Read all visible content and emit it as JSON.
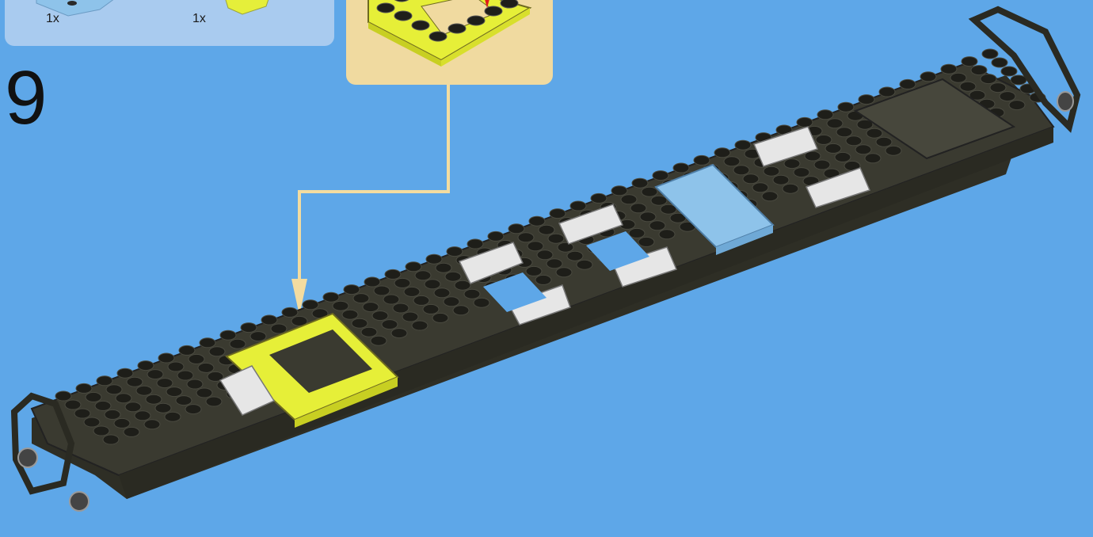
{
  "step": {
    "number": "9"
  },
  "parts_list": {
    "items": [
      {
        "quantity": "1x",
        "color": "#8ec3ea"
      },
      {
        "quantity": "1x",
        "color": "#e5ef3a"
      }
    ]
  },
  "colors": {
    "background": "#5ea7e8",
    "train_base": "#3a3a30",
    "plate_yellow": "#e6ef38",
    "plate_white": "#e6e6e6",
    "plate_blue": "#8ec3ea",
    "callout_bg": "#f0daa0",
    "callout_line": "#f3dca0",
    "highlight_arrow": "#e01b1b"
  }
}
